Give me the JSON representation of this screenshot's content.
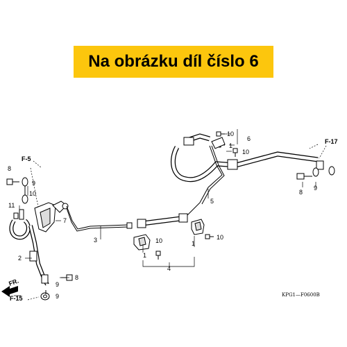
{
  "banner": {
    "text": "Na obrázku díl číslo 6",
    "color": "#fcc60d"
  },
  "diagram": {
    "figure_code": "KPG1—F0600B",
    "references": {
      "f5": "F-5",
      "f17": "F-17",
      "f15": "F-15",
      "fr": "FR."
    },
    "callouts": {
      "p1_left": "1",
      "p1_right": "1",
      "p1_top": "1",
      "p2": "2",
      "p3": "3",
      "p4": "4",
      "p5": "5",
      "p6": "6",
      "p7": "7",
      "p8_a": "8",
      "p8_b": "8",
      "p8_c": "8",
      "p9_a": "9",
      "p9_b": "9",
      "p9_c": "9",
      "p9_d": "9",
      "p10_a": "10",
      "p10_b": "10",
      "p10_c": "10",
      "p10_d": "10",
      "p10_e": "10",
      "p11": "11"
    }
  }
}
